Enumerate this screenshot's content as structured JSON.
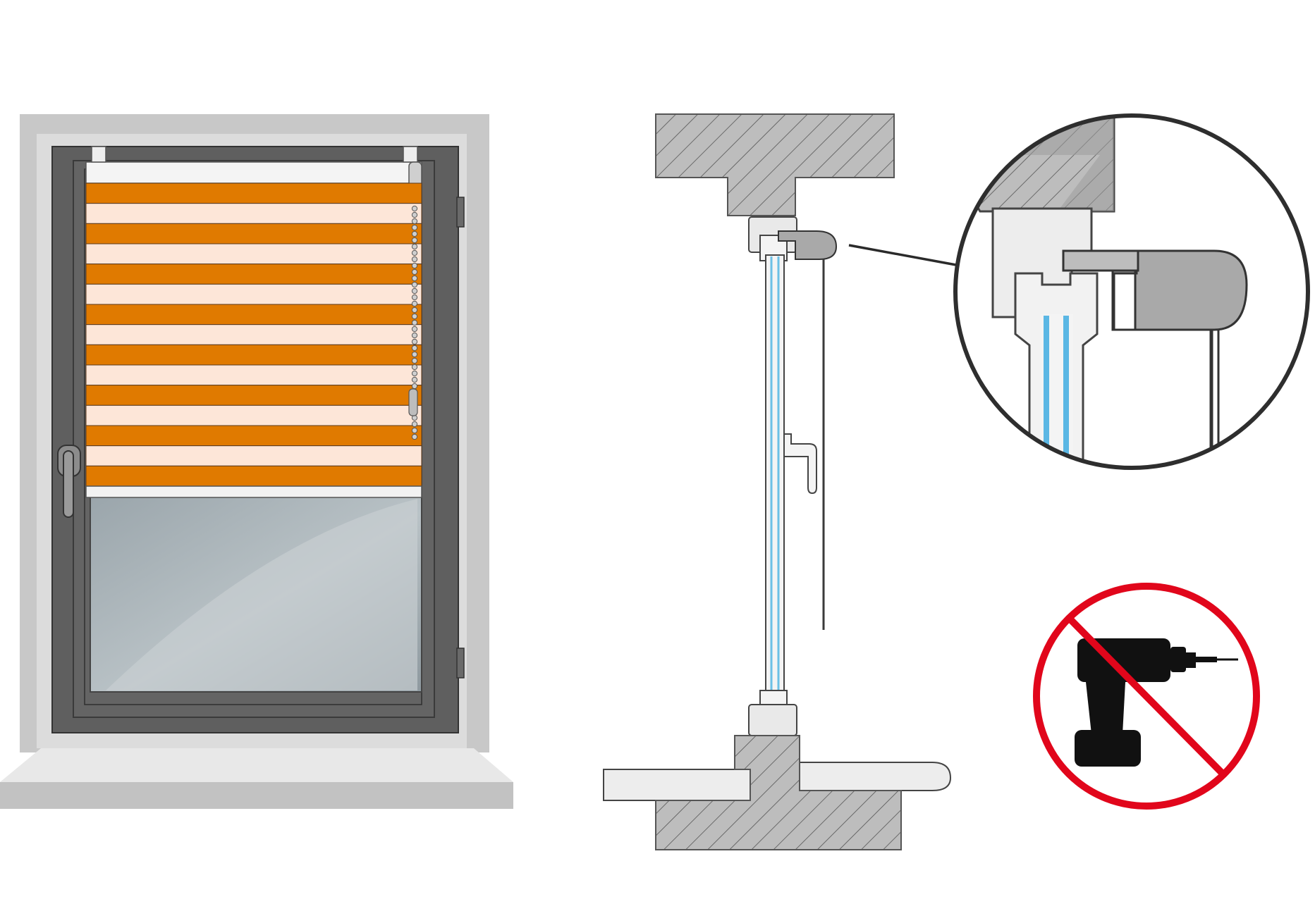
{
  "figure": {
    "panels": [
      {
        "id": "window-blind-view",
        "description_visible_text": ""
      },
      {
        "id": "cross-section-view",
        "description_visible_text": ""
      },
      {
        "id": "detail-zoom",
        "description_visible_text": ""
      },
      {
        "id": "no-drilling-sign",
        "description_visible_text": ""
      }
    ],
    "colors": {
      "wall": "#c8c8c8",
      "wall_inner": "#dcdcdc",
      "frame": "#5f5f5f",
      "frame_dark": "#4a4a4a",
      "stripe_dark": "#e07a00",
      "stripe_light": "#fde6d8",
      "glass": "#a9b4ba",
      "glass_edge": "#6cc0e6",
      "hatch_fill": "#bdbdbd",
      "outline": "#3a3a3a",
      "sill": "#e6e6e6",
      "prohibit_red": "#e1061b",
      "drill_black": "#111111"
    },
    "blind": {
      "stripe_count": 15,
      "first_stripe": "dark"
    }
  }
}
